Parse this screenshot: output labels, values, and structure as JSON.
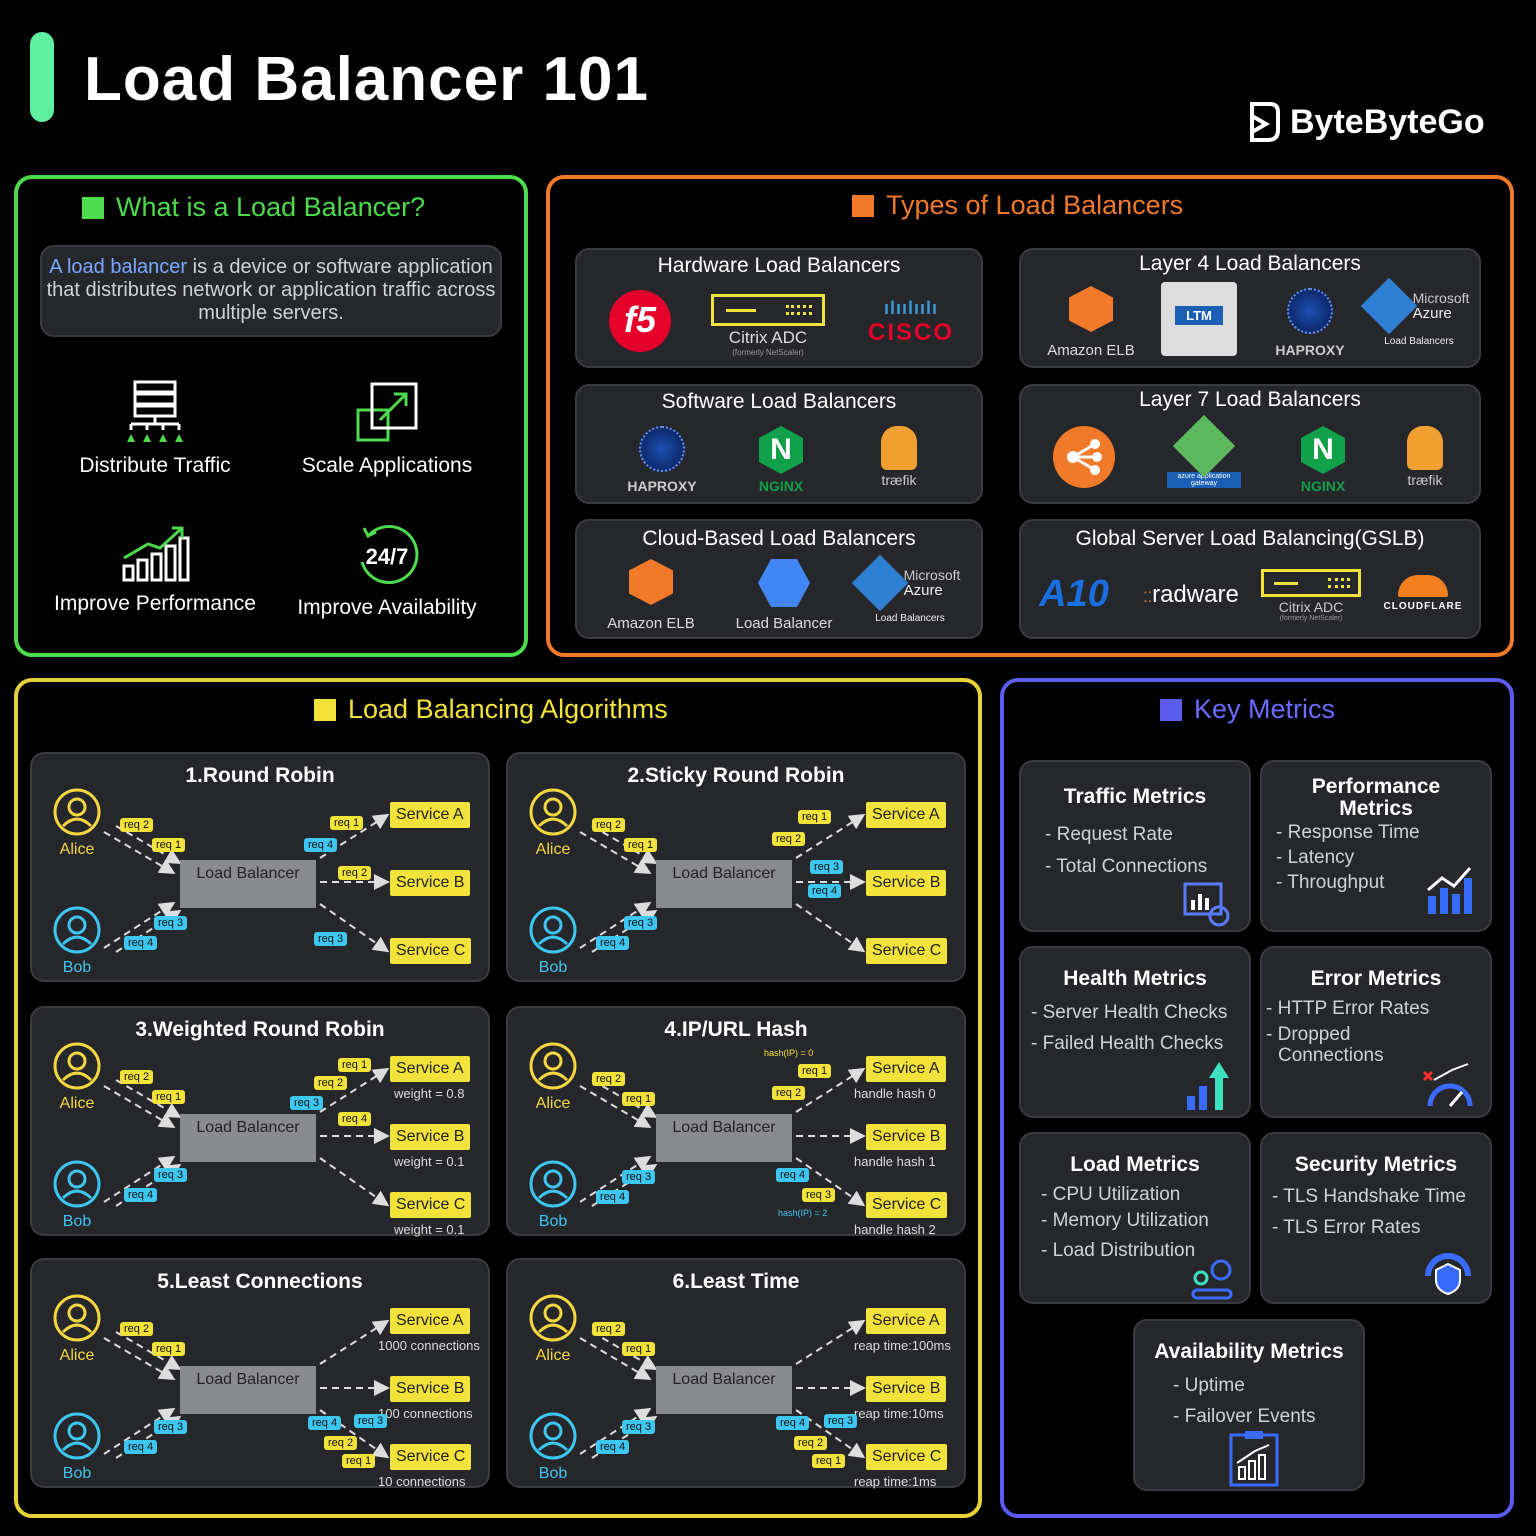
{
  "header": {
    "title": "Load Balancer 101",
    "brand": "ByteByteGo"
  },
  "colors": {
    "green": "#4ddb4d",
    "orange": "#f07a2a",
    "yellow": "#e8d23a",
    "blue": "#5b5bf0",
    "service": "#f3e23a",
    "request_cyan": "#3dc6f0",
    "title_accent": "#5ef0a0"
  },
  "what": {
    "title": "What is a Load Balancer?",
    "def_highlight": "A load balancer",
    "def_rest": " is a device or software application that distributes network or application traffic across multiple servers.",
    "benefits": [
      "Distribute Traffic",
      "Scale Applications",
      "Improve Performance",
      "Improve Availability"
    ],
    "availability_badge": "24/7"
  },
  "types": {
    "title": "Types of Load Balancers",
    "hardware": {
      "title": "Hardware Load Balancers",
      "logos": [
        "f5",
        "Citrix ADC",
        "(formerly NetScaler)",
        "CISCO"
      ]
    },
    "layer4": {
      "title": "Layer 4 Load Balancers",
      "logos": [
        "Amazon ELB",
        "LTM",
        "HAPROXY",
        "Microsoft",
        "Azure",
        "Load Balancers"
      ]
    },
    "software": {
      "title": "Software Load Balancers",
      "logos": [
        "HAPROXY",
        "NGINX",
        "træfik"
      ]
    },
    "layer7": {
      "title": "Layer 7 Load Balancers",
      "logos": [
        "azure application gateway",
        "NGINX",
        "træfik"
      ]
    },
    "cloud": {
      "title": "Cloud-Based Load Balancers",
      "logos": [
        "Amazon ELB",
        "Load Balancer",
        "Microsoft",
        "Azure",
        "Load Balancers"
      ]
    },
    "gslb": {
      "title": "Global Server Load Balancing(GSLB)",
      "logos": [
        "A10",
        "radware",
        "Citrix ADC",
        "(formerly NetScaler)",
        "CLOUDFLARE"
      ]
    }
  },
  "algorithms": {
    "title": "Load Balancing Algorithms",
    "common": {
      "alice": "Alice",
      "bob": "Bob",
      "lb": "Load Balancer",
      "svcA": "Service A",
      "svcB": "Service B",
      "svcC": "Service C",
      "r1": "req 1",
      "r2": "req 2",
      "r3": "req 3",
      "r4": "req 4"
    },
    "a1": {
      "title": "1.Round Robin"
    },
    "a2": {
      "title": "2.Sticky Round Robin"
    },
    "a3": {
      "title": "3.Weighted Round Robin",
      "wA": "weight = 0.8",
      "wB": "weight = 0.1",
      "wC": "weight = 0.1"
    },
    "a4": {
      "title": "4.IP/URL Hash",
      "h0": "hash(IP) = 0",
      "h2": "hash(IP) = 2",
      "nA": "handle hash 0",
      "nB": "handle hash 1",
      "nC": "handle hash 2"
    },
    "a5": {
      "title": "5.Least Connections",
      "nA": "1000 connections",
      "nB": "100 connections",
      "nC": "10 connections"
    },
    "a6": {
      "title": "6.Least Time",
      "nA": "reap time:100ms",
      "nB": "reap time:10ms",
      "nC": "reap time:1ms"
    }
  },
  "metrics": {
    "title": "Key Metrics",
    "traffic": {
      "title": "Traffic Metrics",
      "items": [
        "- Request Rate",
        "- Total Connections"
      ]
    },
    "performance": {
      "title1": "Performance",
      "title2": "Metrics",
      "items": [
        "- Response Time",
        "- Latency",
        "- Throughput"
      ]
    },
    "health": {
      "title": "Health Metrics",
      "items": [
        "- Server Health Checks",
        "- Failed Health Checks"
      ]
    },
    "error": {
      "title": "Error Metrics",
      "items": [
        "- HTTP Error Rates",
        "- Dropped",
        "Connections"
      ]
    },
    "load": {
      "title": "Load Metrics",
      "items": [
        "- CPU Utilization",
        "- Memory Utilization",
        "- Load Distribution"
      ]
    },
    "security": {
      "title": "Security Metrics",
      "items": [
        "- TLS Handshake Time",
        "- TLS Error Rates"
      ]
    },
    "availability": {
      "title": "Availability Metrics",
      "items": [
        "- Uptime",
        "- Failover Events"
      ]
    }
  }
}
